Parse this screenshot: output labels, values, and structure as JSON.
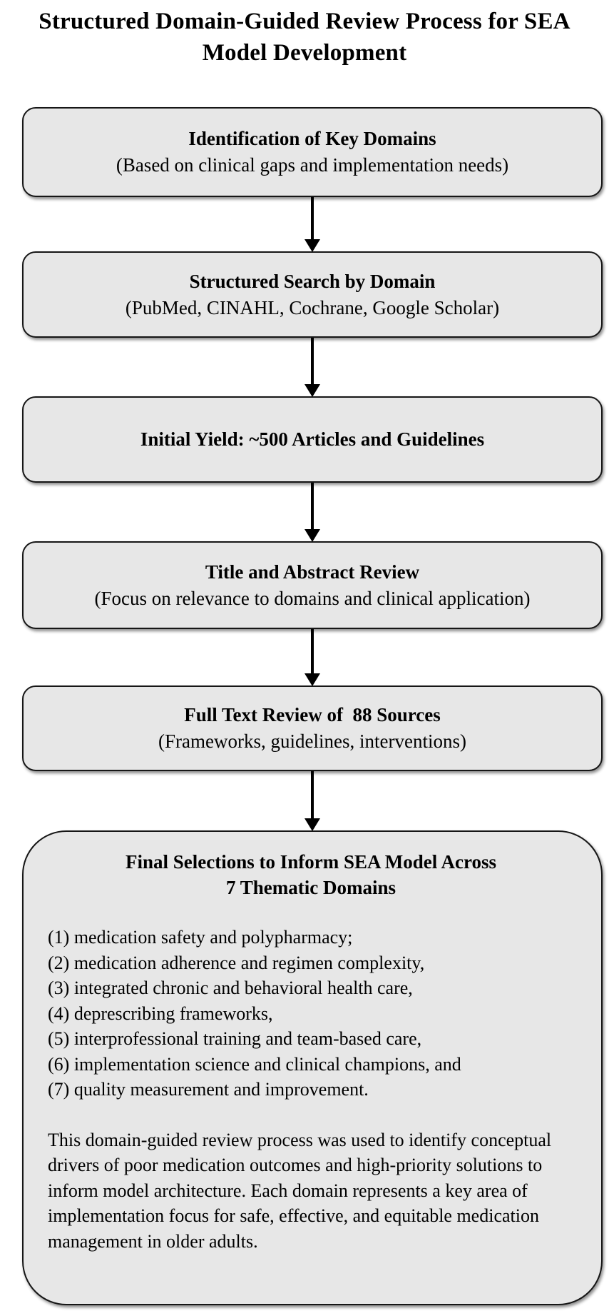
{
  "title": {
    "line1": "Structured Domain-Guided Review Process for SEA",
    "line2": "Model Development"
  },
  "flow": {
    "steps": [
      {
        "heading": "Identification of Key Domains",
        "subtext": "(Based on clinical gaps and implementation needs)"
      },
      {
        "heading": "Structured Search by Domain",
        "subtext": "(PubMed, CINAHL, Cochrane, Google Scholar)"
      },
      {
        "heading": "Initial Yield: ~500 Articles and Guidelines",
        "subtext": ""
      },
      {
        "heading": "Title and Abstract Review",
        "subtext": "(Focus on relevance to domains and clinical application)"
      },
      {
        "heading": "Full Text Review of  88 Sources",
        "subtext": "(Frameworks, guidelines, interventions)"
      }
    ],
    "final": {
      "heading_line1": "Final Selections to Inform SEA Model Across",
      "heading_line2": "7 Thematic Domains",
      "domains": [
        "(1) medication safety and polypharmacy;",
        "(2) medication adherence and regimen complexity,",
        "(3) integrated chronic and behavioral health care,",
        "(4) deprescribing frameworks,",
        "(5) interprofessional training and team-based care,",
        "(6) implementation science and clinical champions, and",
        "(7) quality measurement and improvement."
      ],
      "paragraph": "This domain-guided review process was used to identify conceptual drivers of poor medication outcomes and high-priority solutions to inform model architecture. Each domain represents a key area of implementation focus for safe, effective, and equitable medication management in older adults."
    }
  },
  "colors": {
    "background": "#ffffff",
    "box_fill": "#e7e7e7",
    "box_border": "#161616",
    "arrow": "#000000",
    "text": "#000000"
  }
}
